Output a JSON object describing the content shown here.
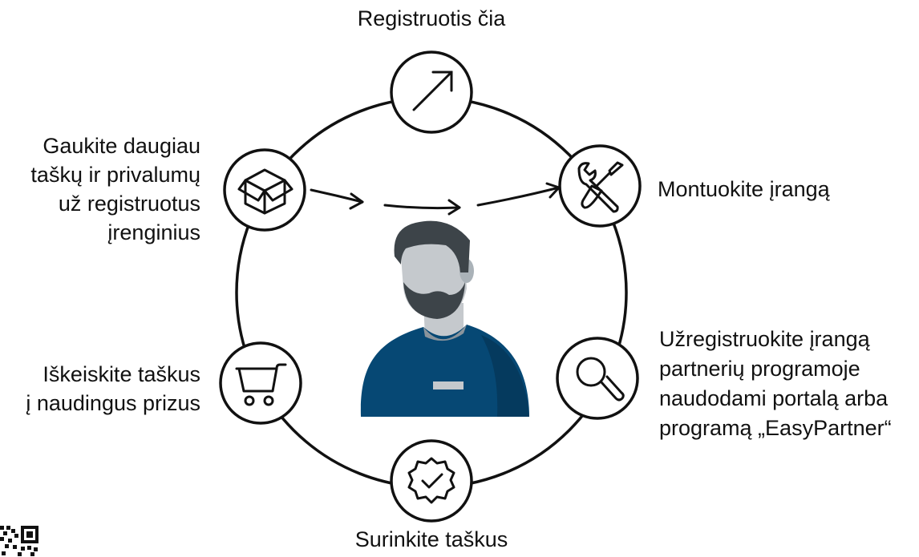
{
  "steps": {
    "register": {
      "label": "Registruotis čia",
      "icon": "arrow-up-right-icon"
    },
    "install": {
      "label": "Montuokite įrangą",
      "icon": "tools-icon"
    },
    "register_equipment": {
      "lines": [
        "Užregistruokite įrangą",
        "partnerių programoje",
        "naudodami portalą arba",
        "programą „EasyPartner“"
      ],
      "icon": "magnifier-icon"
    },
    "collect_points": {
      "label": "Surinkite taškus",
      "icon": "verified-badge-icon"
    },
    "exchange_points": {
      "lines": [
        "Iškeiskite taškus",
        "į naudingus prizus"
      ],
      "icon": "shopping-cart-icon"
    },
    "get_more": {
      "lines": [
        "Gaukite daugiau",
        "taškų ir privalumų",
        "už registruotus",
        "įrenginius"
      ],
      "icon": "box-icon"
    }
  },
  "center_figure": {
    "icon": "installer-person-icon"
  },
  "corner": {
    "icon": "qr-code-icon"
  },
  "colors": {
    "stroke": "#111111",
    "shirt": "#064874",
    "hair": "#3d4449",
    "face": "#c5c9cd"
  }
}
